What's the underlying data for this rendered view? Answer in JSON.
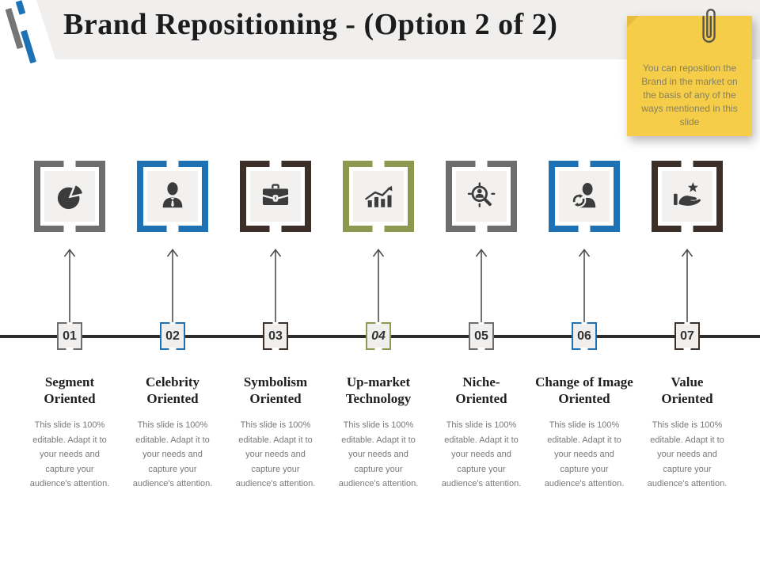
{
  "slide": {
    "title": "Brand Repositioning - (Option 2 of 2)",
    "sticky_note": {
      "text": "You can reposition the\nBrand in the market on\nthe basis of any of the\nways mentioned in this\nslide",
      "bg_color": "#F6CD49",
      "text_color": "#85805F",
      "icon": "paperclip-icon"
    },
    "body_text": "This slide is 100%\neditable. Adapt it to\nyour needs and\ncapture your\naudience's attention.",
    "colors": {
      "gray_accent": "#6D6D6D",
      "blue_accent": "#1D72B5",
      "dark_accent": "#3B2F27",
      "olive_accent": "#8C9A50",
      "timeline": "#2D2D2D",
      "icon_ink": "#3C3C3C",
      "header_band": "#F0EFEE"
    },
    "items": [
      {
        "number": "01",
        "icon": "pie-chart-icon",
        "accent": "#6D6D6D",
        "title": "Segment\nOriented"
      },
      {
        "number": "02",
        "icon": "businessman-icon",
        "accent": "#1D72B5",
        "title": "Celebrity\nOriented"
      },
      {
        "number": "03",
        "icon": "briefcase-icon",
        "accent": "#3B2F27",
        "title": "Symbolism\nOriented"
      },
      {
        "number": "04",
        "icon": "growth-chart-icon",
        "accent": "#8C9A50",
        "title": "Up-market\nTechnology"
      },
      {
        "number": "05",
        "icon": "audience-search-icon",
        "accent": "#6D6D6D",
        "title": "Niche-\nOriented"
      },
      {
        "number": "06",
        "icon": "person-refresh-icon",
        "accent": "#1D72B5",
        "title": "Change of Image\nOriented"
      },
      {
        "number": "07",
        "icon": "hand-star-icon",
        "accent": "#3B2F27",
        "title": "Value\nOriented"
      }
    ]
  }
}
